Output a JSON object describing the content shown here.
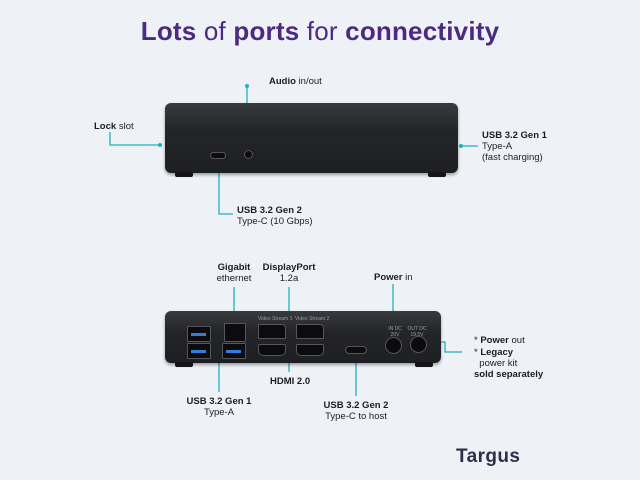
{
  "title": {
    "part1": "Lots",
    "part2": " of ",
    "part3": "ports",
    "part4": " for ",
    "part5": "connectivity"
  },
  "labels": {
    "audio_bold": "Audio",
    "audio_rest": " in/out",
    "lock_bold": "Lock",
    "lock_rest": " slot",
    "usb_a_fast_line1": "USB 3.2 Gen 1",
    "usb_a_fast_line2": "Type-A",
    "usb_a_fast_line3": "(fast charging)",
    "usb_c10_line1": "USB 3.2 Gen 2",
    "usb_c10_line2": "Type-C (10 Gbps)",
    "gigabit_line1": "Gigabit",
    "gigabit_line2": "ethernet",
    "dp_line1": "DisplayPort",
    "dp_line2": "1.2a",
    "power_in_bold": "Power",
    "power_in_rest": " in",
    "power_out_prefix": "* ",
    "power_out_bold": "Power",
    "power_out_rest": " out",
    "legacy_prefix": "* ",
    "legacy_bold": "Legacy",
    "legacy_line2": "power kit",
    "legacy_line3": "sold separately",
    "hdmi": "HDMI 2.0",
    "usb_a_rear_line1": "USB 3.2 Gen 1",
    "usb_a_rear_line2": "Type-A",
    "usb_c_host_line1": "USB 3.2 Gen 2",
    "usb_c_host_line2": "Type-C to host"
  },
  "device_print": {
    "video1": "Video Stream 1",
    "video2": "Video Stream 2",
    "power_in": "IN DC 20V",
    "power_out": "OUT DC 19.5V"
  },
  "brand": "Targus",
  "colors": {
    "title": "#4b2a80",
    "connector": "#1fb0c0",
    "device": "#242528",
    "usb_blue": "#2f7fd6"
  },
  "icons": [
    "lock-slot-icon",
    "audio-jack-icon",
    "usb-icon",
    "ethernet-icon",
    "hdmi-icon",
    "displayport-icon",
    "usb-c-icon",
    "power-icon"
  ]
}
